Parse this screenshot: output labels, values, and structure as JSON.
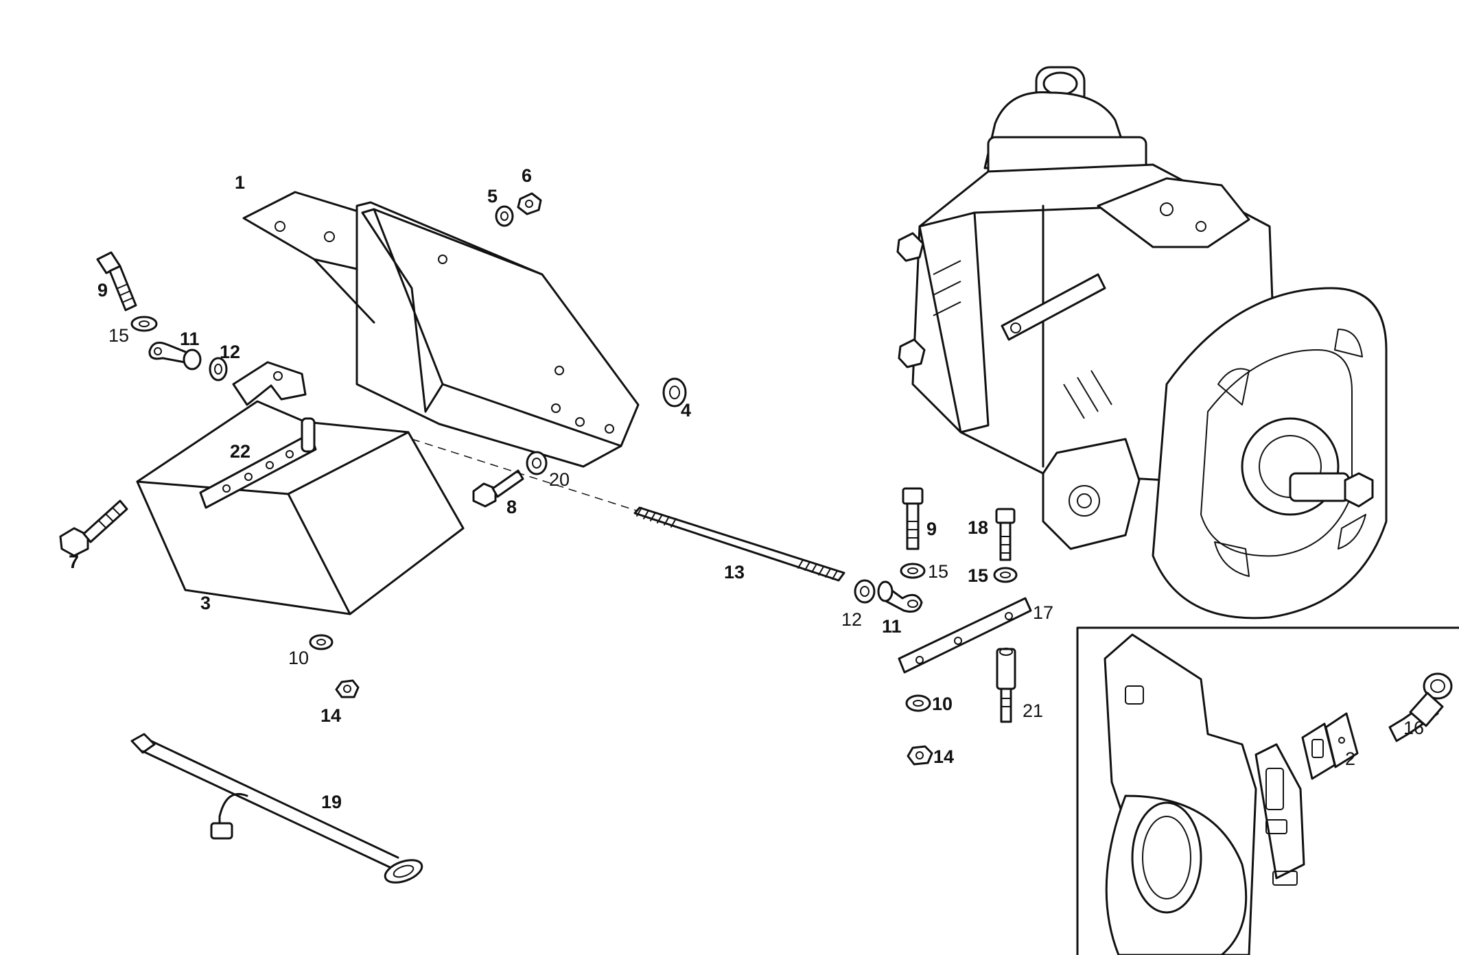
{
  "callouts": {
    "p1": "1",
    "p2": "2",
    "p3": "3",
    "p4": "4",
    "p5": "5",
    "p6": "6",
    "p7": "7",
    "p8": "8",
    "p9a": "9",
    "p9b": "9",
    "p10a": "10",
    "p10b": "10",
    "p11a": "11",
    "p11b": "11",
    "p12a": "12",
    "p12b": "12",
    "p13": "13",
    "p14a": "14",
    "p14b": "14",
    "p15a": "15",
    "p15b": "15",
    "p15c": "15",
    "p16": "16",
    "p17": "17",
    "p18": "18",
    "p19": "19",
    "p20": "20",
    "p21": "21",
    "p22": "22"
  },
  "colors": {
    "line": "#111111",
    "background": "#ffffff"
  }
}
